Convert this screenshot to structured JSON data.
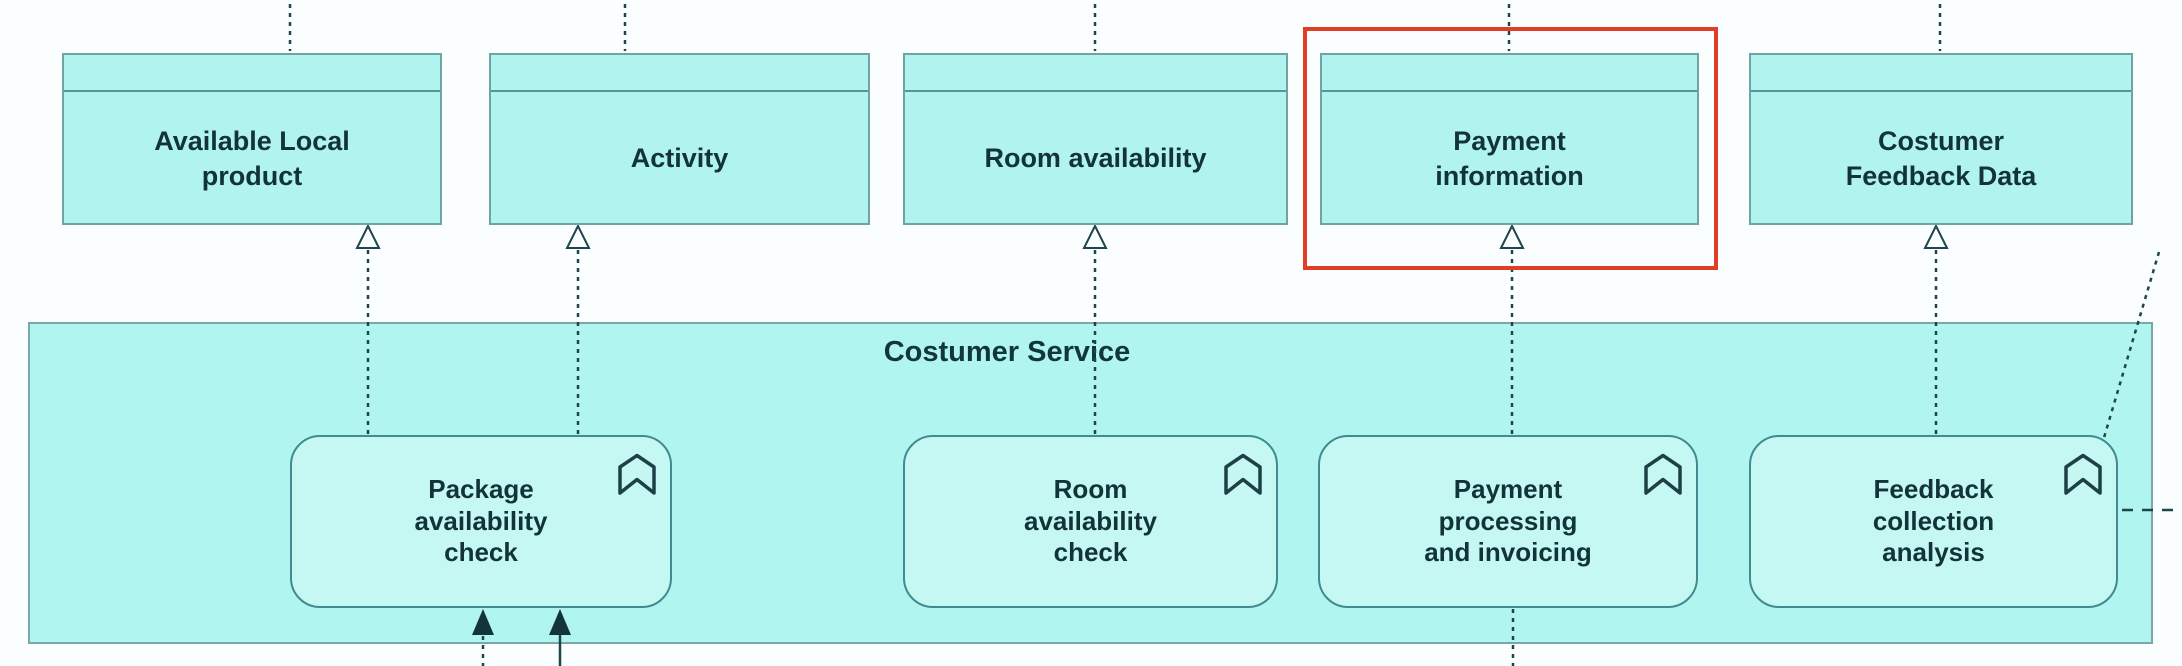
{
  "diagram": {
    "container": {
      "label": "Costumer Service"
    },
    "data_objects": [
      {
        "label": "Available Local\nproduct",
        "selected": false
      },
      {
        "label": "Activity",
        "selected": false
      },
      {
        "label": "Room availability",
        "selected": false
      },
      {
        "label": "Payment\ninformation",
        "selected": true
      },
      {
        "label": "Costumer\nFeedback Data",
        "selected": false
      }
    ],
    "services": [
      {
        "label": "Package\navailability\ncheck",
        "icon": "service-chevron-badge-icon"
      },
      {
        "label": "Room\navailability\ncheck",
        "icon": "service-chevron-badge-icon"
      },
      {
        "label": "Payment\nprocessing\nand invoicing",
        "icon": "service-chevron-badge-icon"
      },
      {
        "label": "Feedback\ncollection\nanalysis",
        "icon": "service-chevron-badge-icon"
      }
    ],
    "connectors": {
      "style": "dotted",
      "realization_arrowhead": "hollow-triangle",
      "assignment_arrowhead": "filled-triangle"
    },
    "colors": {
      "background": "#fbfefe",
      "node_fill": "#b1f3ee",
      "container_fill": "#b0f5f0",
      "service_fill": "#c6f8f3",
      "node_border": "#6fa3a4",
      "service_border": "#3f8b90",
      "text": "#123439",
      "connector": "#1e454b",
      "selection": "#e23e27"
    }
  }
}
